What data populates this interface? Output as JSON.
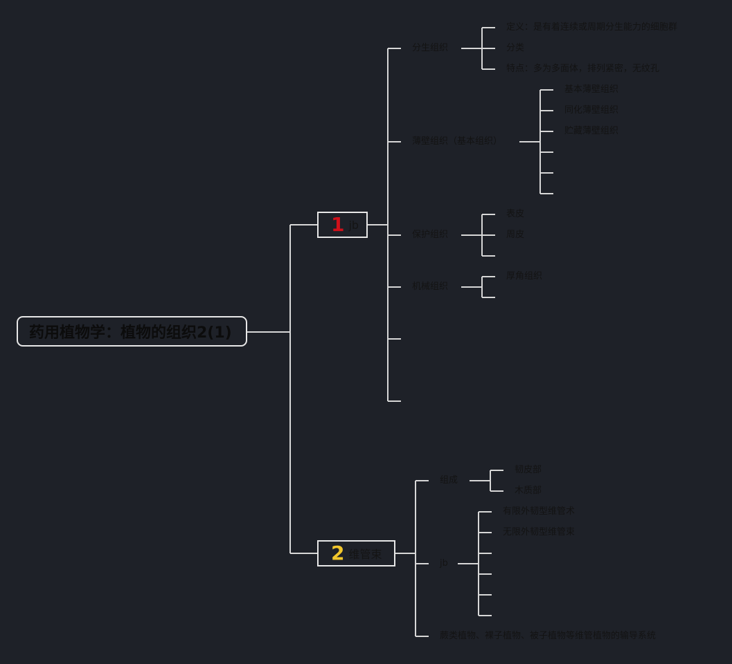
{
  "root": {
    "title": "药用植物学：植物的组织2(1)"
  },
  "branch1": {
    "number": "1",
    "number_color": "#d0101a",
    "label": "jb",
    "children": {
      "meristem": {
        "label": "分生组织",
        "items": [
          "定义：是有着连续或周期分生能力的细胞群",
          "分类",
          "特点：多为多面体，排列紧密，无纹孔"
        ]
      },
      "parenchyma": {
        "label": "薄壁组织（基本组织）",
        "items": [
          "基本薄壁组织",
          "同化薄壁组织",
          "贮藏薄壁组织",
          "",
          "",
          ""
        ]
      },
      "protective": {
        "label": "保护组织",
        "items": [
          "表皮",
          "周皮",
          ""
        ]
      },
      "mechanical": {
        "label": "机械组织",
        "items": [
          "厚角组织",
          ""
        ]
      },
      "empty1": {
        "label": ""
      },
      "empty2": {
        "label": ""
      }
    }
  },
  "branch2": {
    "number": "2",
    "number_color": "#f2c72c",
    "label": "维管束",
    "children": {
      "composition": {
        "label": "组成",
        "items": [
          "韧皮部",
          "木质部"
        ]
      },
      "jb": {
        "label": "jb",
        "items": [
          "有限外韧型维管术",
          "无限外韧型维管束",
          "",
          "",
          "",
          ""
        ]
      },
      "system": {
        "label": "蕨类植物、裸子植物、被子植物等维管植物的输导系统"
      }
    }
  },
  "colors": {
    "background": "#1e2128",
    "line": "#d8d8d8",
    "text": "#131313"
  }
}
